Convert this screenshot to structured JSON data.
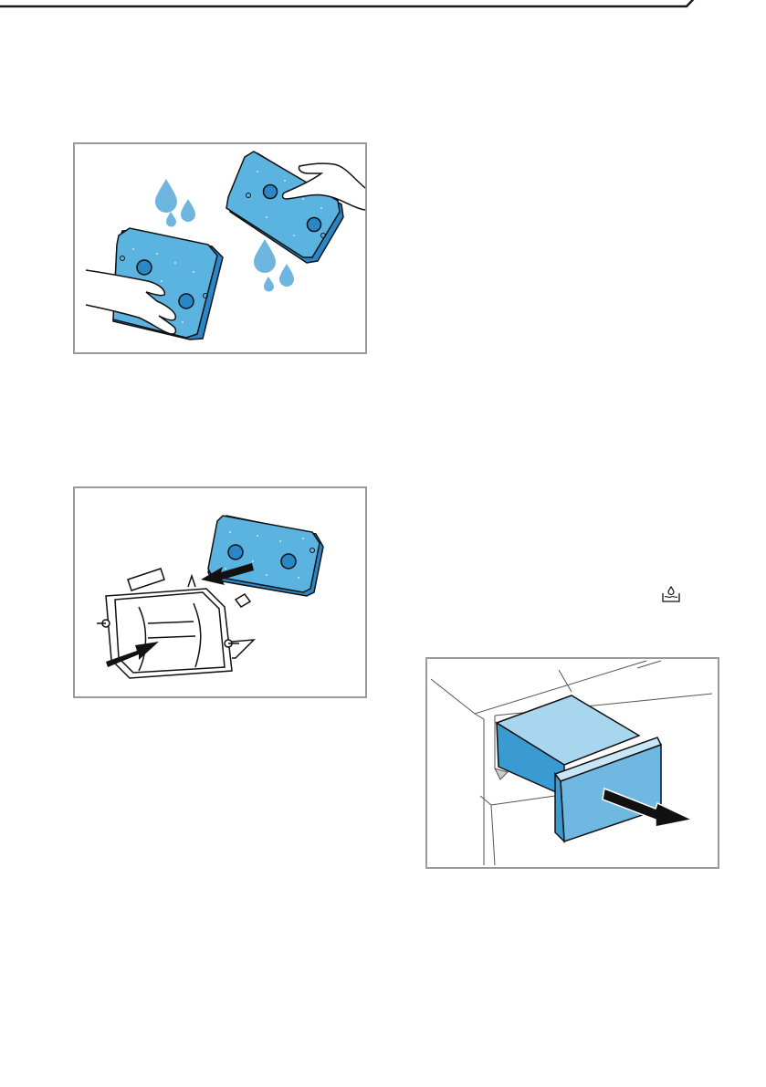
{
  "colors": {
    "rule": "#1a1a1a",
    "frame": "#9a9a9a",
    "filter_light": "#5bb3e0",
    "filter_dark": "#2a86c6",
    "drop": "#6eb6df",
    "drawer_light": "#a9d6ef",
    "drawer_dark": "#3a9bd2",
    "arrow": "#111111"
  },
  "figures": [
    {
      "id": "rinse-filters",
      "icon": "filter-rinse-illustration"
    },
    {
      "id": "insert-filter",
      "icon": "filter-insert-illustration"
    },
    {
      "id": "pull-out-drawer",
      "icon": "water-tray-drawer-illustration"
    }
  ],
  "symbols": {
    "water_tray": "water-tray-icon"
  }
}
